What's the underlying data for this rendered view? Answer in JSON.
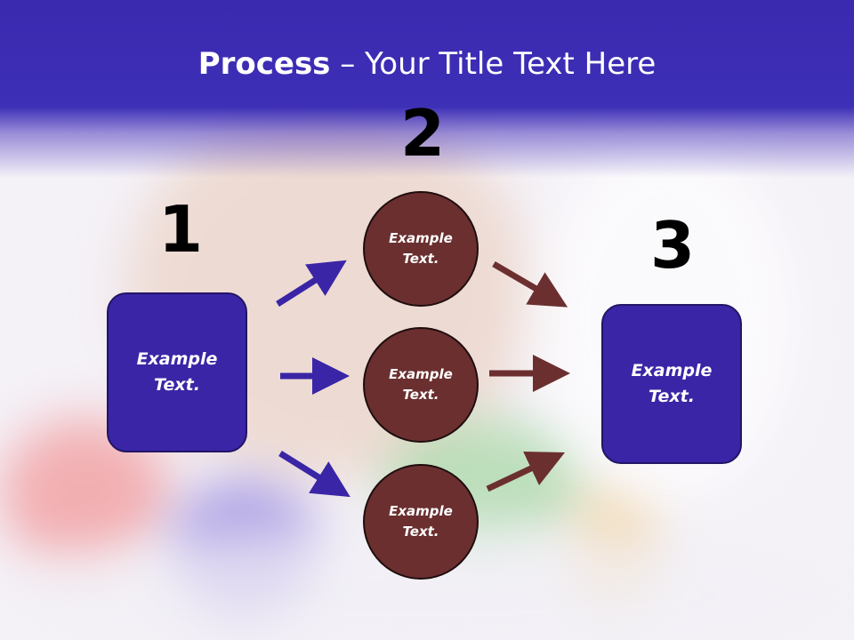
{
  "title": {
    "bold": "Process",
    "rest": " – Your Title Text Here"
  },
  "steps": {
    "one": "1",
    "two": "2",
    "three": "3"
  },
  "boxes": {
    "left": "Example\nText.",
    "right": "Example\nText."
  },
  "circles": {
    "top": "Example\nText.",
    "middle": "Example\nText.",
    "bottom": "Example\nText."
  },
  "colors": {
    "header": "#3a2ab0",
    "box": "#3a25a6",
    "circle": "#6b2f2f",
    "arrow_blue": "#3a25a6",
    "arrow_brown": "#6b2f2f"
  }
}
